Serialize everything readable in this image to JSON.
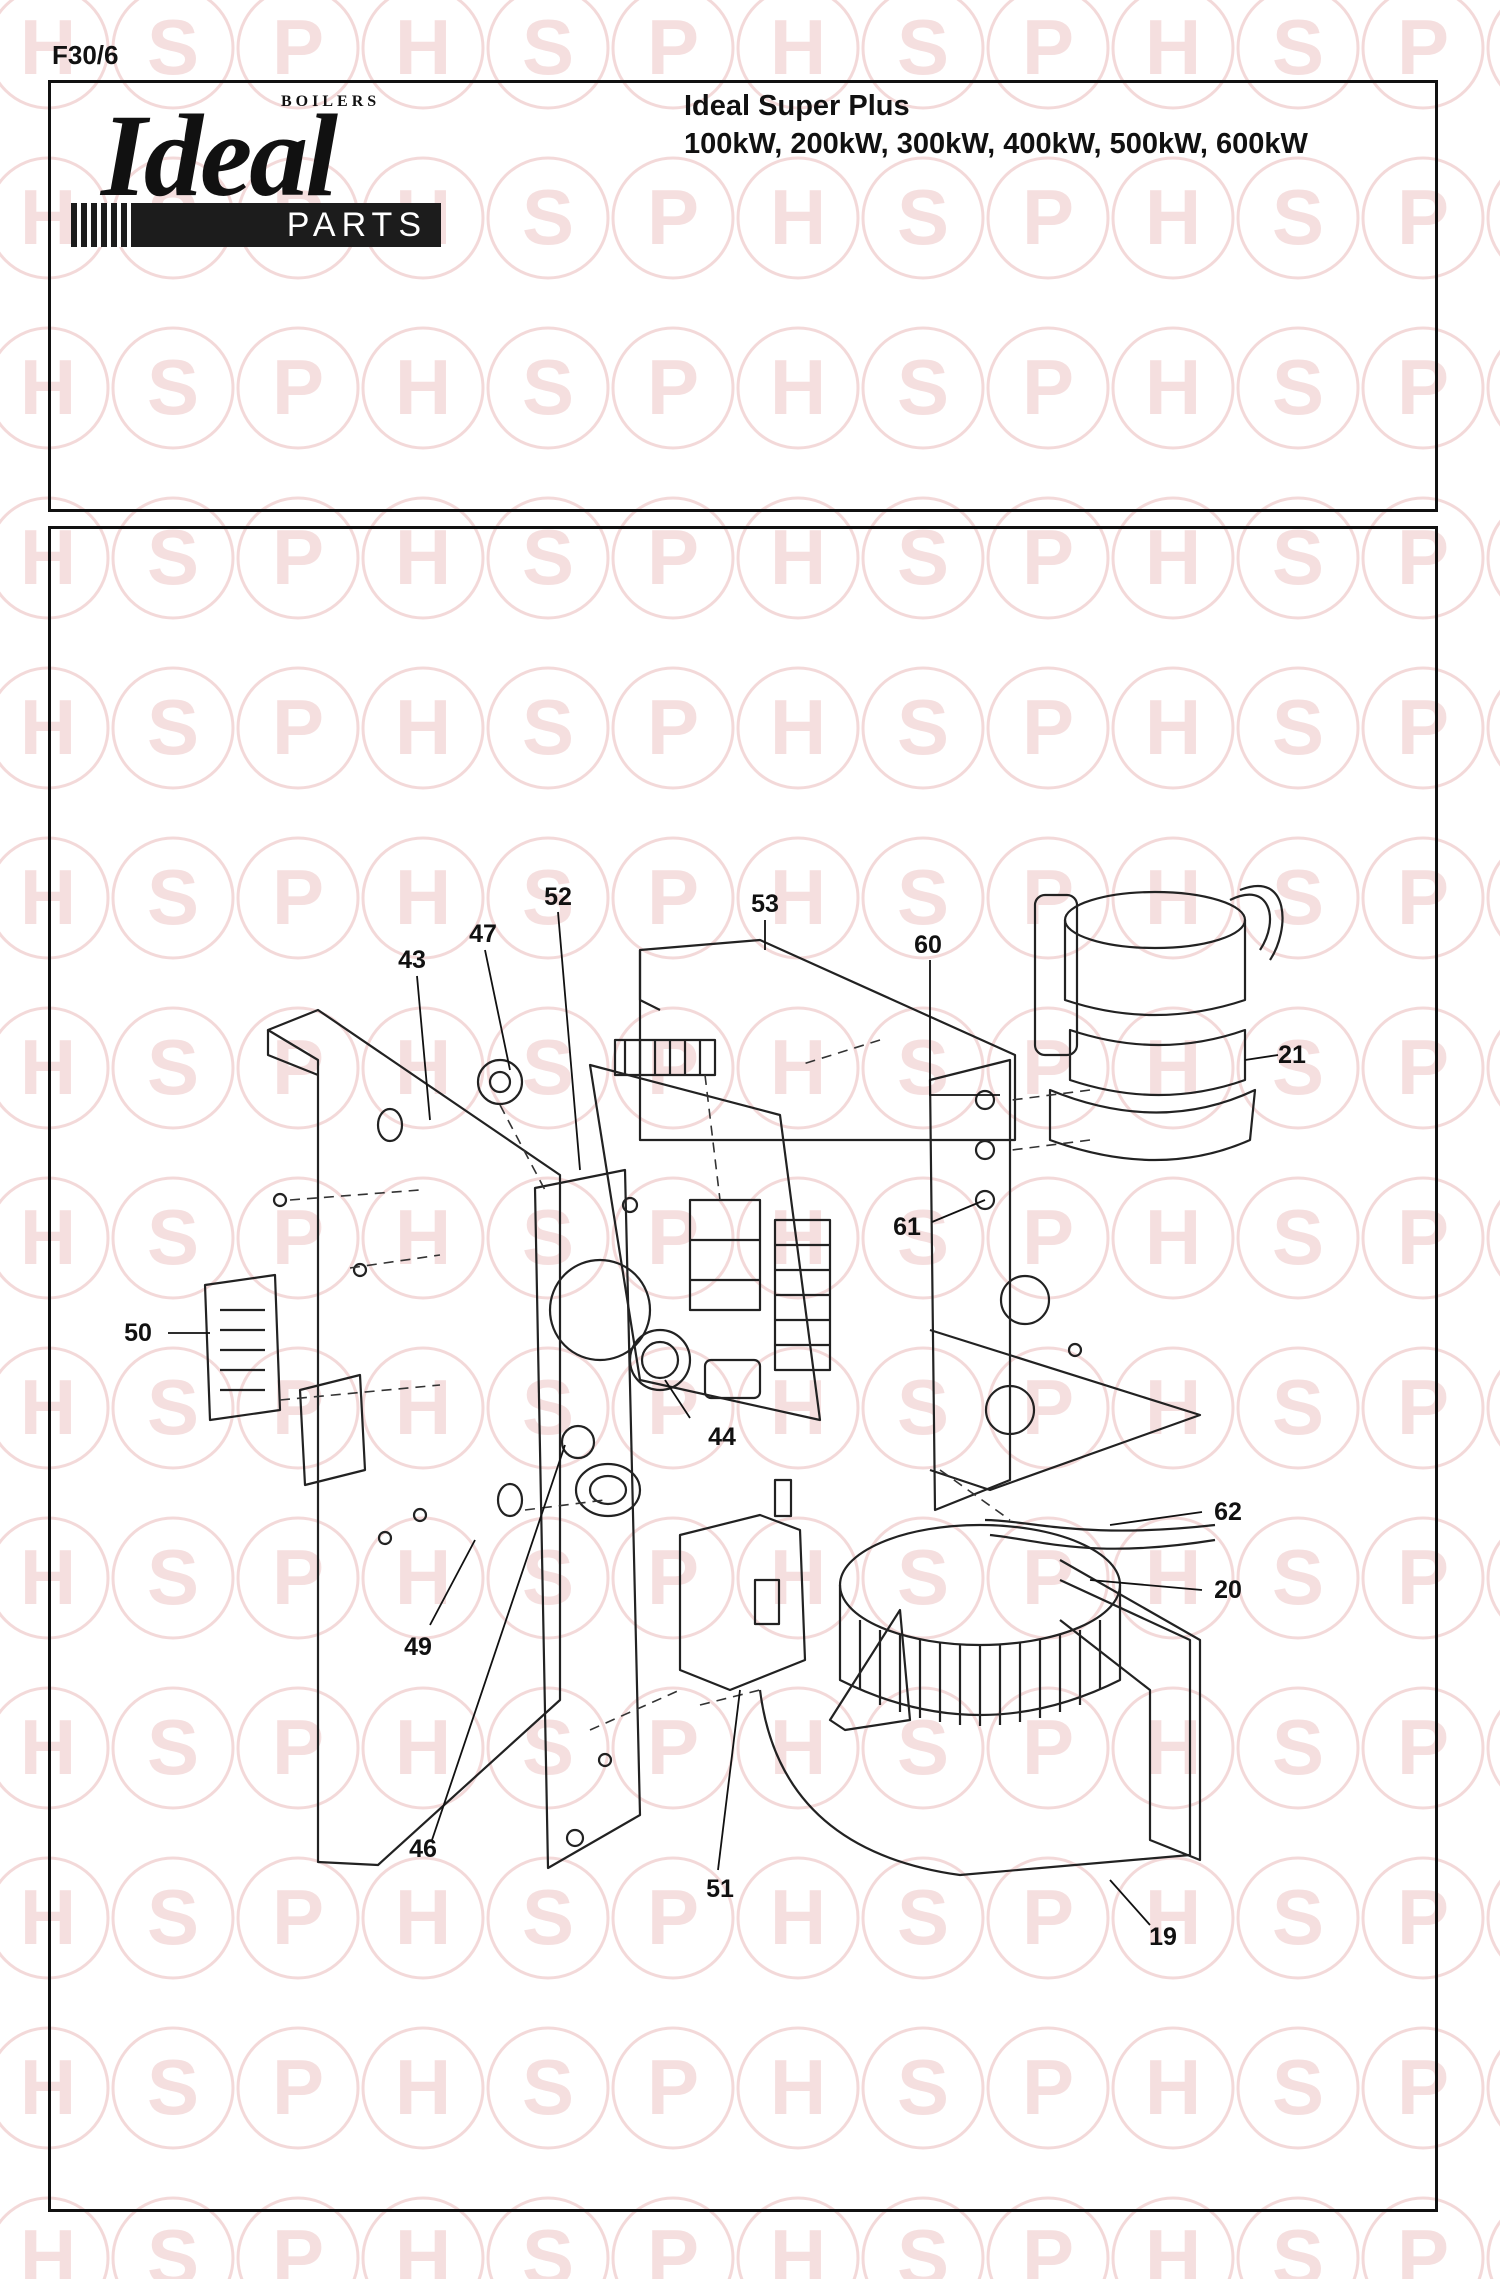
{
  "page_code": "F30/6",
  "logo": {
    "brand": "Ideal",
    "boilers_label": "BOILERS",
    "parts_label": "PARTS"
  },
  "title": {
    "product": "Ideal Super Plus",
    "models": "100kW, 200kW, 300kW, 400kW, 500kW, 600kW"
  },
  "watermark": {
    "letters": [
      "H",
      "S",
      "P"
    ],
    "color": "#e9b9b9"
  },
  "callouts": [
    {
      "id": "52",
      "label": "52"
    },
    {
      "id": "53",
      "label": "53"
    },
    {
      "id": "47",
      "label": "47"
    },
    {
      "id": "43",
      "label": "43"
    },
    {
      "id": "60",
      "label": "60"
    },
    {
      "id": "21",
      "label": "21"
    },
    {
      "id": "61",
      "label": "61"
    },
    {
      "id": "50",
      "label": "50"
    },
    {
      "id": "44",
      "label": "44"
    },
    {
      "id": "62",
      "label": "62"
    },
    {
      "id": "20",
      "label": "20"
    },
    {
      "id": "49",
      "label": "49"
    },
    {
      "id": "46",
      "label": "46"
    },
    {
      "id": "51",
      "label": "51"
    },
    {
      "id": "19",
      "label": "19"
    }
  ]
}
